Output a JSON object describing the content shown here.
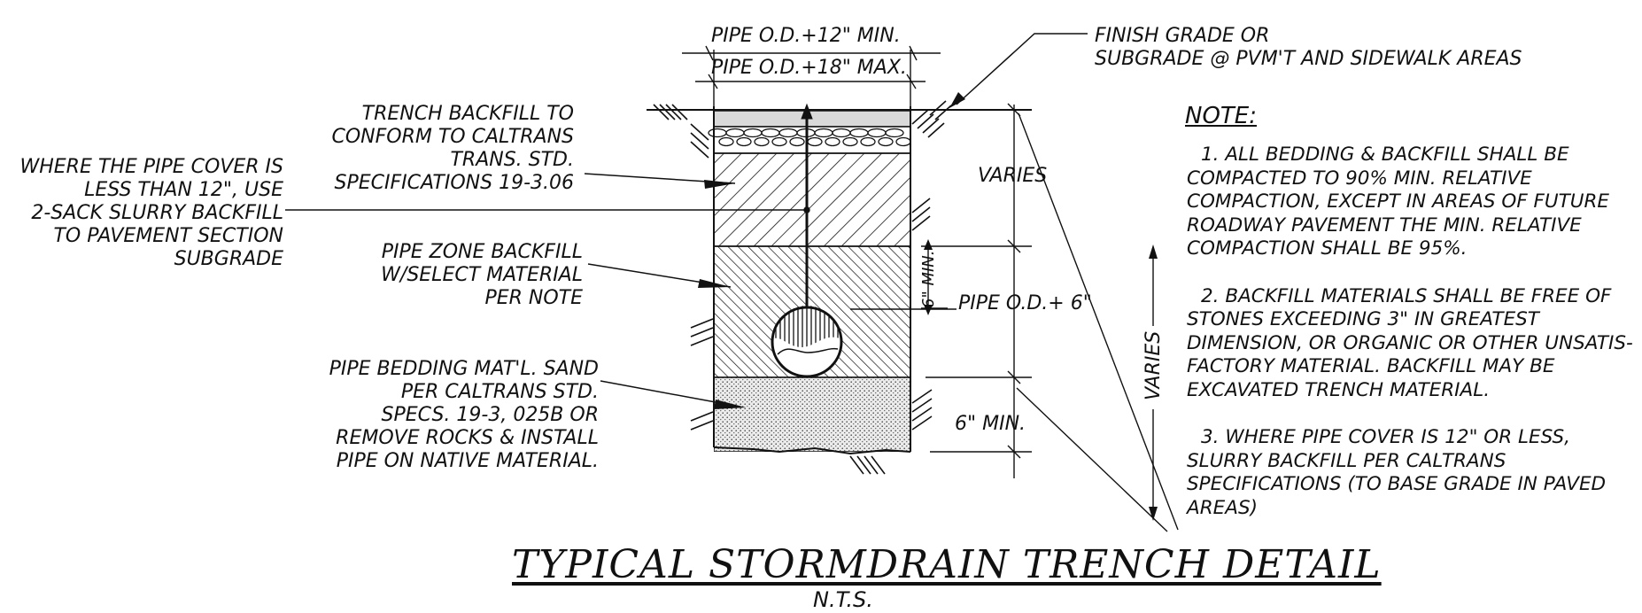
{
  "dims": {
    "top_min": "PIPE O.D.+12\" MIN.",
    "top_max": "PIPE O.D.+18\" MAX.",
    "varies_upper": "VARIES",
    "six_min_vertical": "6\" MIN.",
    "pipe_od_plus_6": "PIPE O.D.+ 6\"",
    "six_min_bottom": "6\" MIN.",
    "varies_right": "VARIES"
  },
  "callouts": {
    "finish_grade": [
      "FINISH GRADE OR",
      "SUBGRADE @ PVM'T AND SIDEWALK AREAS"
    ],
    "trench_backfill": [
      "TRENCH BACKFILL TO",
      "CONFORM TO CALTRANS",
      "TRANS. STD.",
      "SPECIFICATIONS 19-3.06"
    ],
    "pipe_cover": [
      "WHERE THE PIPE COVER IS",
      "LESS THAN 12\", USE",
      "2-SACK SLURRY BACKFILL",
      "TO PAVEMENT SECTION",
      "SUBGRADE"
    ],
    "pipe_zone": [
      "PIPE ZONE BACKFILL",
      "W/SELECT MATERIAL",
      "PER NOTE"
    ],
    "bedding": [
      "PIPE BEDDING MAT'L. SAND",
      "PER CALTRANS STD.",
      "SPECS. 19-3, 025B OR",
      "REMOVE ROCKS & INSTALL",
      "PIPE ON NATIVE MATERIAL."
    ]
  },
  "notes": {
    "heading": "NOTE:",
    "items": [
      "1. ALL BEDDING & BACKFILL SHALL BE COMPACTED TO 90% MIN. RELATIVE COMPACTION, EXCEPT IN AREAS OF FUTURE ROADWAY PAVEMENT THE MIN. RELATIVE COMPACTION SHALL BE 95%.",
      "2. BACKFILL MATERIALS SHALL BE FREE OF STONES EXCEEDING 3\" IN GREATEST DIMENSION, OR ORGANIC OR OTHER UNSATIS- FACTORY MATERIAL. BACKFILL MAY BE EXCAVATED TRENCH MATERIAL.",
      "3. WHERE PIPE COVER IS 12\" OR LESS, SLURRY BACKFILL PER CALTRANS SPECIFICATIONS (TO BASE GRADE IN PAVED AREAS)"
    ]
  },
  "title": "TYPICAL STORMDRAIN TRENCH DETAIL",
  "subtitle": "N.T.S.",
  "colors": {
    "ink": "#111111",
    "pavement": "#d9d9d9",
    "bedding": "#e6e6e6"
  }
}
